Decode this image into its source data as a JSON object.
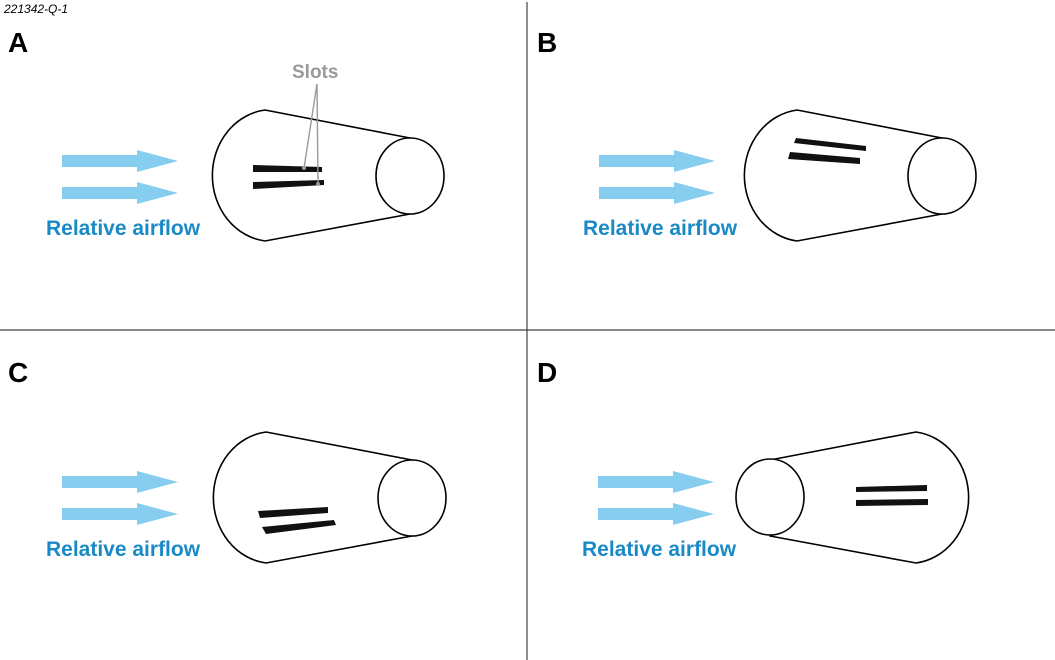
{
  "figure_id": "221342-Q-1",
  "panels": [
    {
      "letter": "A",
      "airflow_label": "Relative airflow",
      "callout_label": "Slots"
    },
    {
      "letter": "B",
      "airflow_label": "Relative airflow"
    },
    {
      "letter": "C",
      "airflow_label": "Relative airflow"
    },
    {
      "letter": "D",
      "airflow_label": "Relative airflow"
    }
  ],
  "colors": {
    "airflow_arrow": "#86cdf0",
    "airflow_text": "#1a8ac6",
    "callout": "#9a9a9a",
    "outline": "#000000",
    "slot": "#111111"
  },
  "icons": [
    "airflow-arrow-icon",
    "cone-probe-icon"
  ]
}
